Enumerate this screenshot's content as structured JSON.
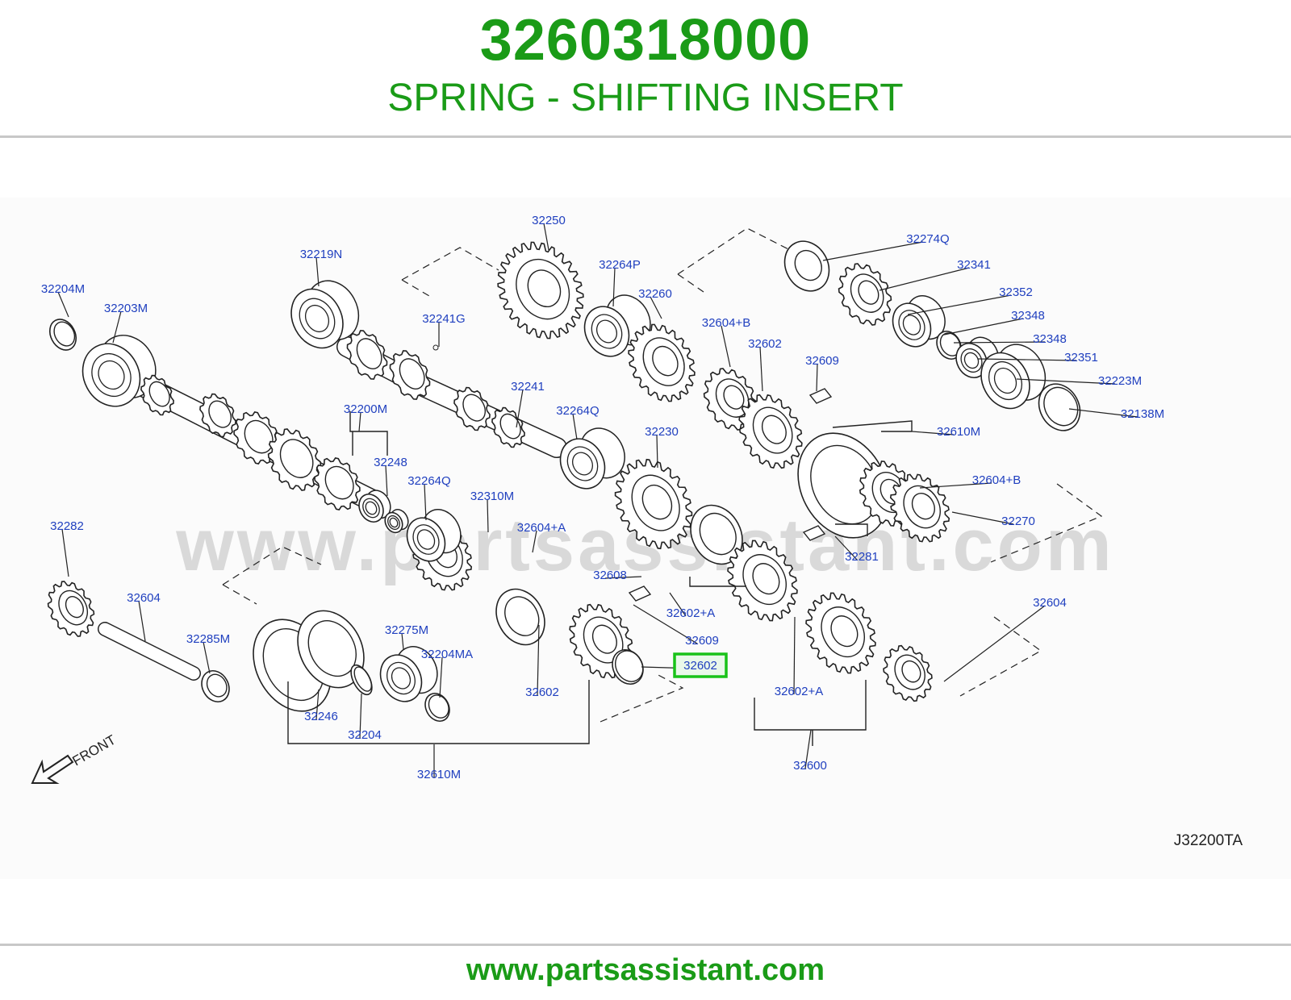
{
  "header": {
    "part_number": "3260318000",
    "part_name": "SPRING - SHIFTING INSERT"
  },
  "colors": {
    "brand_green": "#1a9b17",
    "callout_blue": "#1f3fbf",
    "highlight_green": "#19c219",
    "line_dark": "#222222",
    "rule_gray": "#c8c8c8",
    "watermark": "#d9d9d9"
  },
  "diagram": {
    "watermark_text": "www.partsassistant.com",
    "diagram_code": "J32200TA",
    "front_label": "FRONT",
    "highlighted_part": "32602",
    "callouts": [
      "32250",
      "32264P",
      "32219N",
      "32241G",
      "32260",
      "32204M",
      "32203M",
      "32604+B",
      "32602",
      "32609",
      "32241",
      "32264Q",
      "32200M",
      "32230",
      "32610M",
      "32248",
      "32264Q",
      "32310M",
      "32604+A",
      "32602",
      "32282",
      "32604",
      "32608",
      "32281",
      "32609",
      "32602+A",
      "32275M",
      "32204MA",
      "32285M",
      "32602",
      "32246",
      "32204",
      "32610M",
      "32602+A",
      "32600",
      "32604",
      "32274Q",
      "32341",
      "32352",
      "32348",
      "32348",
      "32351",
      "32223M",
      "32138M",
      "32604+B",
      "32270"
    ]
  },
  "footer": {
    "url": "www.partsassistant.com"
  }
}
